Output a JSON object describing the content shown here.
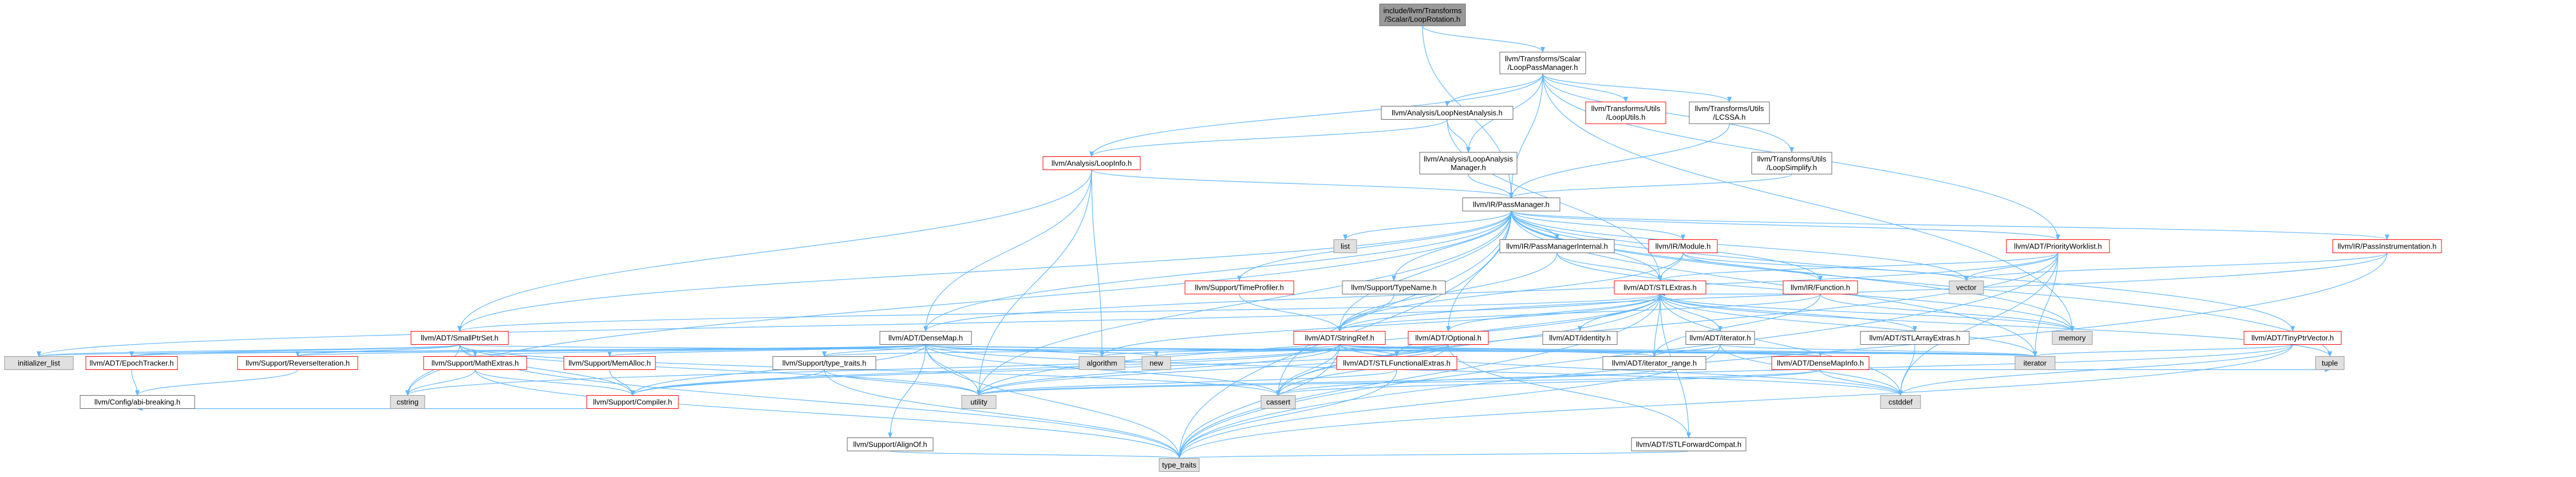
{
  "diagram": {
    "colors": {
      "edge": "#63b8ff",
      "root_fill": "#999999",
      "internal_fill": "#ffffff",
      "system_fill": "#e0e0e0",
      "border_default": "#666666",
      "border_truncated": "#ff0000",
      "border_system": "#999999",
      "text": "#000000"
    },
    "node_kinds": {
      "root": "header file being documented",
      "internal": "included header",
      "truncated": "header with truncated include graph",
      "system": "system header"
    },
    "nodes": [
      {
        "id": "root",
        "kind": "root",
        "lines": [
          "include/llvm/Transforms",
          "/Scalar/LoopRotation.h"
        ]
      },
      {
        "id": "lpm",
        "kind": "internal",
        "lines": [
          "llvm/Transforms/Scalar",
          "/LoopPassManager.h"
        ]
      },
      {
        "id": "lnest",
        "kind": "internal",
        "lines": [
          "llvm/Analysis/LoopNestAnalysis.h"
        ]
      },
      {
        "id": "lutils",
        "kind": "truncated",
        "lines": [
          "llvm/Transforms/Utils",
          "/LoopUtils.h"
        ]
      },
      {
        "id": "lcssa",
        "kind": "internal",
        "lines": [
          "llvm/Transforms/Utils",
          "/LCSSA.h"
        ]
      },
      {
        "id": "linfo",
        "kind": "truncated",
        "lines": [
          "llvm/Analysis/LoopInfo.h"
        ]
      },
      {
        "id": "lam",
        "kind": "internal",
        "lines": [
          "llvm/Analysis/LoopAnalysis",
          "Manager.h"
        ]
      },
      {
        "id": "lsimp",
        "kind": "internal",
        "lines": [
          "llvm/Transforms/Utils",
          "/LoopSimplify.h"
        ]
      },
      {
        "id": "pm",
        "kind": "internal",
        "lines": [
          "llvm/IR/PassManager.h"
        ]
      },
      {
        "id": "list",
        "kind": "system",
        "lines": [
          "list"
        ]
      },
      {
        "id": "pmi",
        "kind": "internal",
        "lines": [
          "llvm/IR/PassManagerInternal.h"
        ]
      },
      {
        "id": "module",
        "kind": "truncated",
        "lines": [
          "llvm/IR/Module.h"
        ]
      },
      {
        "id": "pwl",
        "kind": "truncated",
        "lines": [
          "llvm/ADT/PriorityWorklist.h"
        ]
      },
      {
        "id": "pinstr",
        "kind": "truncated",
        "lines": [
          "llvm/IR/PassInstrumentation.h"
        ]
      },
      {
        "id": "timeprof",
        "kind": "truncated",
        "lines": [
          "llvm/Support/TimeProfiler.h"
        ]
      },
      {
        "id": "typename",
        "kind": "internal",
        "lines": [
          "llvm/Support/TypeName.h"
        ]
      },
      {
        "id": "stlextras",
        "kind": "truncated",
        "lines": [
          "llvm/ADT/STLExtras.h"
        ]
      },
      {
        "id": "function",
        "kind": "truncated",
        "lines": [
          "llvm/IR/Function.h"
        ]
      },
      {
        "id": "vector",
        "kind": "system",
        "lines": [
          "vector"
        ]
      },
      {
        "id": "sptrset",
        "kind": "truncated",
        "lines": [
          "llvm/ADT/SmallPtrSet.h"
        ]
      },
      {
        "id": "densemap",
        "kind": "internal",
        "lines": [
          "llvm/ADT/DenseMap.h"
        ]
      },
      {
        "id": "stringref",
        "kind": "truncated",
        "lines": [
          "llvm/ADT/StringRef.h"
        ]
      },
      {
        "id": "optional",
        "kind": "truncated",
        "lines": [
          "llvm/ADT/Optional.h"
        ]
      },
      {
        "id": "identity",
        "kind": "internal",
        "lines": [
          "llvm/ADT/identity.h"
        ]
      },
      {
        "id": "iterator_h",
        "kind": "internal",
        "lines": [
          "llvm/ADT/iterator.h"
        ]
      },
      {
        "id": "stlarray",
        "kind": "internal",
        "lines": [
          "llvm/ADT/STLArrayExtras.h"
        ]
      },
      {
        "id": "memory",
        "kind": "system",
        "lines": [
          "memory"
        ]
      },
      {
        "id": "tinyptr",
        "kind": "truncated",
        "lines": [
          "llvm/ADT/TinyPtrVector.h"
        ]
      },
      {
        "id": "initlist",
        "kind": "system",
        "lines": [
          "initializer_list"
        ]
      },
      {
        "id": "epoch",
        "kind": "truncated",
        "lines": [
          "llvm/ADT/EpochTracker.h"
        ]
      },
      {
        "id": "reviter",
        "kind": "truncated",
        "lines": [
          "llvm/Support/ReverseIteration.h"
        ]
      },
      {
        "id": "mathext",
        "kind": "truncated",
        "lines": [
          "llvm/Support/MathExtras.h"
        ]
      },
      {
        "id": "memalloc",
        "kind": "truncated",
        "lines": [
          "llvm/Support/MemAlloc.h"
        ]
      },
      {
        "id": "typetraits",
        "kind": "internal",
        "lines": [
          "llvm/Support/type_traits.h"
        ]
      },
      {
        "id": "algorithm",
        "kind": "system",
        "lines": [
          "algorithm"
        ]
      },
      {
        "id": "new",
        "kind": "system",
        "lines": [
          "new"
        ]
      },
      {
        "id": "stlfunc",
        "kind": "truncated",
        "lines": [
          "llvm/ADT/STLFunctionalExtras.h"
        ]
      },
      {
        "id": "iterrange",
        "kind": "internal",
        "lines": [
          "llvm/ADT/iterator_range.h"
        ]
      },
      {
        "id": "dmapinfo",
        "kind": "truncated",
        "lines": [
          "llvm/ADT/DenseMapInfo.h"
        ]
      },
      {
        "id": "iterator",
        "kind": "system",
        "lines": [
          "iterator"
        ]
      },
      {
        "id": "tuple",
        "kind": "system",
        "lines": [
          "tuple"
        ]
      },
      {
        "id": "configabi",
        "kind": "internal",
        "lines": [
          "llvm/Config/abi-breaking.h"
        ]
      },
      {
        "id": "cstring",
        "kind": "system",
        "lines": [
          "cstring"
        ]
      },
      {
        "id": "compiler",
        "kind": "truncated",
        "lines": [
          "llvm/Support/Compiler.h"
        ]
      },
      {
        "id": "utility",
        "kind": "system",
        "lines": [
          "utility"
        ]
      },
      {
        "id": "cassert",
        "kind": "system",
        "lines": [
          "cassert"
        ]
      },
      {
        "id": "alignof",
        "kind": "internal",
        "lines": [
          "llvm/Support/AlignOf.h"
        ]
      },
      {
        "id": "stlfwd",
        "kind": "internal",
        "lines": [
          "llvm/ADT/STLForwardCompat.h"
        ]
      },
      {
        "id": "cstddef",
        "kind": "system",
        "lines": [
          "cstddef"
        ]
      },
      {
        "id": "typetraitsstd",
        "kind": "system",
        "lines": [
          "type_traits"
        ]
      }
    ],
    "edges": [
      [
        "root",
        "lpm"
      ],
      [
        "root",
        "pm"
      ],
      [
        "lpm",
        "lnest"
      ],
      [
        "lpm",
        "lutils"
      ],
      [
        "lpm",
        "lcssa"
      ],
      [
        "lpm",
        "linfo"
      ],
      [
        "lpm",
        "lam"
      ],
      [
        "lpm",
        "lsimp"
      ],
      [
        "lpm",
        "pm"
      ],
      [
        "lpm",
        "pwl"
      ],
      [
        "lpm",
        "memory"
      ],
      [
        "lnest",
        "linfo"
      ],
      [
        "lnest",
        "lam"
      ],
      [
        "lnest",
        "stlextras"
      ],
      [
        "lcssa",
        "pm"
      ],
      [
        "lsimp",
        "pm"
      ],
      [
        "lam",
        "pm"
      ],
      [
        "linfo",
        "pm"
      ],
      [
        "linfo",
        "densemap"
      ],
      [
        "linfo",
        "sptrset"
      ],
      [
        "linfo",
        "algorithm"
      ],
      [
        "linfo",
        "utility"
      ],
      [
        "pm",
        "list"
      ],
      [
        "pm",
        "pmi"
      ],
      [
        "pm",
        "module"
      ],
      [
        "pm",
        "pwl"
      ],
      [
        "pm",
        "pinstr"
      ],
      [
        "pm",
        "timeprof"
      ],
      [
        "pm",
        "typename"
      ],
      [
        "pm",
        "stlextras"
      ],
      [
        "pm",
        "function"
      ],
      [
        "pm",
        "vector"
      ],
      [
        "pm",
        "densemap"
      ],
      [
        "pm",
        "stringref"
      ],
      [
        "pm",
        "optional"
      ],
      [
        "pm",
        "tinyptr"
      ],
      [
        "pm",
        "sptrset"
      ],
      [
        "pm",
        "memory"
      ],
      [
        "pm",
        "iterator"
      ],
      [
        "pm",
        "cassert"
      ],
      [
        "pm",
        "cstring"
      ],
      [
        "pm",
        "tuple"
      ],
      [
        "pm",
        "utility"
      ],
      [
        "pm",
        "typetraitsstd"
      ],
      [
        "pmi",
        "stringref"
      ],
      [
        "pmi",
        "stlextras"
      ],
      [
        "pmi",
        "memory"
      ],
      [
        "module",
        "function"
      ],
      [
        "module",
        "stlextras"
      ],
      [
        "module",
        "stringref"
      ],
      [
        "module",
        "vector"
      ],
      [
        "function",
        "stlextras"
      ],
      [
        "function",
        "memory"
      ],
      [
        "function",
        "stringref"
      ],
      [
        "function",
        "iterrange"
      ],
      [
        "pwl",
        "densemap"
      ],
      [
        "pwl",
        "stlextras"
      ],
      [
        "pwl",
        "vector"
      ],
      [
        "pwl",
        "cassert"
      ],
      [
        "pwl",
        "iterator"
      ],
      [
        "pwl",
        "cstddef"
      ],
      [
        "pwl",
        "typetraitsstd"
      ],
      [
        "pinstr",
        "stringref"
      ],
      [
        "pinstr",
        "typetraitsstd"
      ],
      [
        "pinstr",
        "vector"
      ],
      [
        "timeprof",
        "stringref"
      ],
      [
        "typename",
        "stringref"
      ],
      [
        "stlextras",
        "identity"
      ],
      [
        "stlextras",
        "iterator_h"
      ],
      [
        "stlextras",
        "stlarray"
      ],
      [
        "stlextras",
        "stlfunc"
      ],
      [
        "stlextras",
        "iterrange"
      ],
      [
        "stlextras",
        "stlfwd"
      ],
      [
        "stlextras",
        "optional"
      ],
      [
        "stlextras",
        "algorithm"
      ],
      [
        "stlextras",
        "cassert"
      ],
      [
        "stlextras",
        "cstddef"
      ],
      [
        "stlextras",
        "memory"
      ],
      [
        "stlextras",
        "iterator"
      ],
      [
        "stlextras",
        "tuple"
      ],
      [
        "stlextras",
        "utility"
      ],
      [
        "stlextras",
        "typetraitsstd"
      ],
      [
        "stlextras",
        "initlist"
      ],
      [
        "stlextras",
        "sptrset"
      ],
      [
        "sptrset",
        "epoch"
      ],
      [
        "sptrset",
        "reviter"
      ],
      [
        "sptrset",
        "compiler"
      ],
      [
        "sptrset",
        "typetraitsstd"
      ],
      [
        "sptrset",
        "initlist"
      ],
      [
        "sptrset",
        "cstring"
      ],
      [
        "sptrset",
        "utility"
      ],
      [
        "sptrset",
        "cassert"
      ],
      [
        "sptrset",
        "iterator"
      ],
      [
        "densemap",
        "epoch"
      ],
      [
        "densemap",
        "dmapinfo"
      ],
      [
        "densemap",
        "alignof"
      ],
      [
        "densemap",
        "mathext"
      ],
      [
        "densemap",
        "memalloc"
      ],
      [
        "densemap",
        "reviter"
      ],
      [
        "densemap",
        "typetraits"
      ],
      [
        "densemap",
        "algorithm"
      ],
      [
        "densemap",
        "cassert"
      ],
      [
        "densemap",
        "cstddef"
      ],
      [
        "densemap",
        "initlist"
      ],
      [
        "densemap",
        "iterator"
      ],
      [
        "densemap",
        "new"
      ],
      [
        "densemap",
        "typetraitsstd"
      ],
      [
        "densemap",
        "utility"
      ],
      [
        "densemap",
        "compiler"
      ],
      [
        "stringref",
        "stlfunc"
      ],
      [
        "stringref",
        "iterrange"
      ],
      [
        "stringref",
        "dmapinfo"
      ],
      [
        "stringref",
        "compiler"
      ],
      [
        "stringref",
        "algorithm"
      ],
      [
        "stringref",
        "cassert"
      ],
      [
        "stringref",
        "cstddef"
      ],
      [
        "stringref",
        "cstring"
      ],
      [
        "stringref",
        "iterator"
      ],
      [
        "stringref",
        "typetraitsstd"
      ],
      [
        "stringref",
        "utility"
      ],
      [
        "optional",
        "stlfwd"
      ],
      [
        "optional",
        "typetraits"
      ],
      [
        "optional",
        "new"
      ],
      [
        "optional",
        "utility"
      ],
      [
        "optional",
        "cassert"
      ],
      [
        "optional",
        "compiler"
      ],
      [
        "iterator_h",
        "iterrange"
      ],
      [
        "iterator_h",
        "cstddef"
      ],
      [
        "iterator_h",
        "iterator"
      ],
      [
        "iterator_h",
        "typetraitsstd"
      ],
      [
        "stlarray",
        "cstddef"
      ],
      [
        "tinyptr",
        "iterator"
      ],
      [
        "tinyptr",
        "cassert"
      ],
      [
        "tinyptr",
        "cstddef"
      ],
      [
        "tinyptr",
        "typetraitsstd"
      ],
      [
        "epoch",
        "configabi"
      ],
      [
        "reviter",
        "configabi"
      ],
      [
        "mathext",
        "compiler"
      ],
      [
        "mathext",
        "cstring"
      ],
      [
        "mathext",
        "typetraitsstd"
      ],
      [
        "memalloc",
        "compiler"
      ],
      [
        "typetraits",
        "compiler"
      ],
      [
        "typetraits",
        "typetraitsstd"
      ],
      [
        "typetraits",
        "utility"
      ],
      [
        "stlfunc",
        "utility"
      ],
      [
        "stlfunc",
        "typetraitsstd"
      ],
      [
        "iterrange",
        "utility"
      ],
      [
        "dmapinfo",
        "cassert"
      ],
      [
        "dmapinfo",
        "cstddef"
      ],
      [
        "dmapinfo",
        "tuple"
      ],
      [
        "dmapinfo",
        "utility"
      ],
      [
        "alignof",
        "typetraitsstd"
      ],
      [
        "stlfwd",
        "typetraitsstd"
      ],
      [
        "compiler",
        "configabi"
      ]
    ]
  }
}
